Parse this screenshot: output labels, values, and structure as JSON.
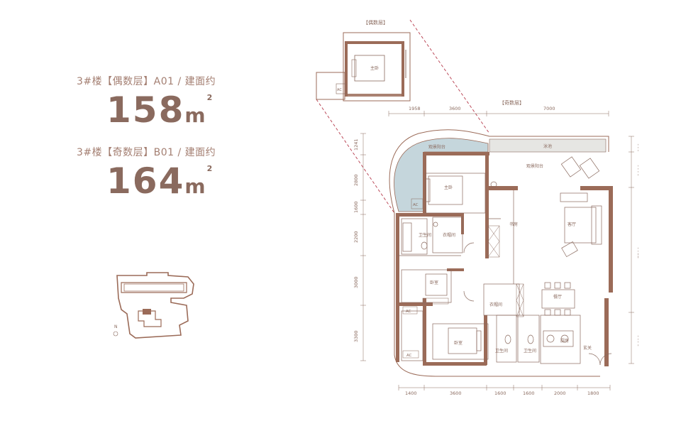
{
  "labels": {
    "even_title": "3#楼【偶数层】A01 / 建面约",
    "even_area": "158",
    "odd_title": "3#楼【奇数层】B01 / 建面约",
    "odd_area": "164",
    "unit": "m",
    "unit_sup": "2",
    "even_floor_tag": "【偶数层】",
    "odd_floor_tag": "【奇数层】",
    "north": "N"
  },
  "rooms": {
    "master_bedroom_inset": "主卧",
    "master_bedroom": "主卧",
    "balcony_left": "观景阳台",
    "balcony_right": "观景阳台",
    "pool": "泳池",
    "bathroom_1": "卫生间",
    "closet_1": "衣帽间",
    "study": "书房",
    "living": "客厅",
    "bedroom_2": "卧室",
    "dining": "餐厅",
    "closet_2": "衣帽间",
    "bedroom_3": "卧室",
    "bathroom_2": "卫生间",
    "bathroom_3": "卫生间",
    "kitchen": "厨房",
    "entry": "玄关",
    "ac_1": "AC",
    "ac_2": "AC",
    "ac_3": "AC",
    "ac_4": "AC"
  },
  "dimensions": {
    "top": [
      "1958",
      "3600",
      "7000"
    ],
    "bottom": [
      "1400",
      "3600",
      "1600",
      "1600",
      "2000",
      "1800"
    ],
    "left": [
      "1241",
      "2800",
      "1600",
      "2200",
      "3000",
      "3300"
    ],
    "right": [
      "800",
      "2000",
      "7500",
      "2600"
    ]
  },
  "colors": {
    "wall": "#9b6b58",
    "pool": "#c5d6dc",
    "text": "#8a6a5e",
    "dash": "#b5394a"
  }
}
